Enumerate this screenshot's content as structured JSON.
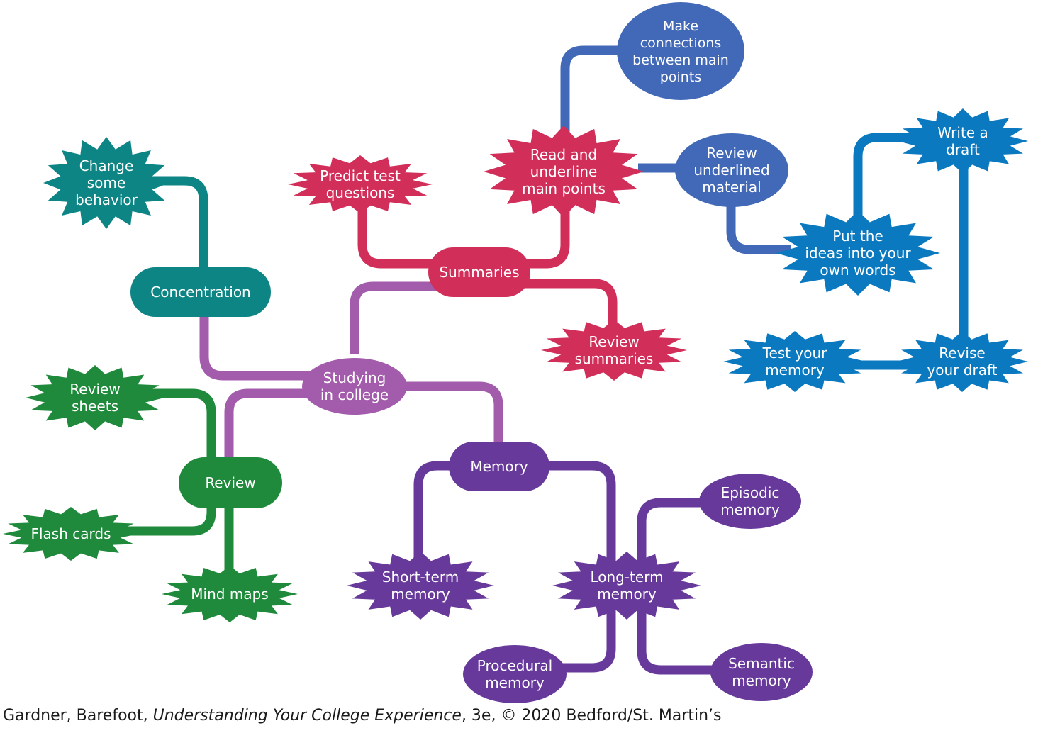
{
  "colors": {
    "teal": "#0d8585",
    "magenta": "#d12f5a",
    "purple": "#a35bab",
    "violet": "#67399a",
    "green": "#1f8a3b",
    "blue": "#4269b7",
    "cyan": "#0a79bf"
  },
  "nodes": {
    "studying": {
      "lines": [
        "Studying",
        "in college"
      ],
      "color": "purple",
      "shape": "ellipse"
    },
    "summaries": {
      "lines": [
        "Summaries"
      ],
      "color": "magenta",
      "shape": "pill"
    },
    "predict": {
      "lines": [
        "Predict test",
        "questions"
      ],
      "color": "magenta",
      "shape": "starburst"
    },
    "read": {
      "lines": [
        "Read and",
        "underline",
        "main points"
      ],
      "color": "magenta",
      "shape": "starburst"
    },
    "review_summaries": {
      "lines": [
        "Review",
        "summaries"
      ],
      "color": "magenta",
      "shape": "starburst"
    },
    "make_connections": {
      "lines": [
        "Make",
        "connections",
        "between main",
        "points"
      ],
      "color": "blue",
      "shape": "ellipse"
    },
    "review_underlined": {
      "lines": [
        "Review",
        "underlined",
        "material"
      ],
      "color": "blue",
      "shape": "ellipse"
    },
    "put_ideas": {
      "lines": [
        "Put the",
        "ideas into your",
        "own words"
      ],
      "color": "cyan",
      "shape": "starburst"
    },
    "write_draft": {
      "lines": [
        "Write a",
        "draft"
      ],
      "color": "cyan",
      "shape": "starburst"
    },
    "revise_draft": {
      "lines": [
        "Revise",
        "your draft"
      ],
      "color": "cyan",
      "shape": "starburst"
    },
    "test_memory": {
      "lines": [
        "Test your",
        "memory"
      ],
      "color": "cyan",
      "shape": "starburst"
    },
    "concentration": {
      "lines": [
        "Concentration"
      ],
      "color": "teal",
      "shape": "pill"
    },
    "change_behavior": {
      "lines": [
        "Change",
        "some",
        "behavior"
      ],
      "color": "teal",
      "shape": "starburst"
    },
    "review": {
      "lines": [
        "Review"
      ],
      "color": "green",
      "shape": "pill"
    },
    "review_sheets": {
      "lines": [
        "Review",
        "sheets"
      ],
      "color": "green",
      "shape": "starburst"
    },
    "flash_cards": {
      "lines": [
        "Flash cards"
      ],
      "color": "green",
      "shape": "starburst"
    },
    "mind_maps": {
      "lines": [
        "Mind maps"
      ],
      "color": "green",
      "shape": "starburst"
    },
    "memory": {
      "lines": [
        "Memory"
      ],
      "color": "violet",
      "shape": "pill"
    },
    "short_term": {
      "lines": [
        "Short-term",
        "memory"
      ],
      "color": "violet",
      "shape": "starburst"
    },
    "long_term": {
      "lines": [
        "Long-term",
        "memory"
      ],
      "color": "violet",
      "shape": "starburst"
    },
    "episodic": {
      "lines": [
        "Episodic",
        "memory"
      ],
      "color": "violet",
      "shape": "ellipse"
    },
    "procedural": {
      "lines": [
        "Procedural",
        "memory"
      ],
      "color": "violet",
      "shape": "ellipse"
    },
    "semantic": {
      "lines": [
        "Semantic",
        "memory"
      ],
      "color": "violet",
      "shape": "ellipse"
    }
  },
  "connections": [
    {
      "from": "studying",
      "to": "summaries",
      "color": "purple"
    },
    {
      "from": "studying",
      "to": "concentration",
      "color": "purple"
    },
    {
      "from": "studying",
      "to": "review",
      "color": "purple"
    },
    {
      "from": "studying",
      "to": "memory",
      "color": "purple"
    },
    {
      "from": "summaries",
      "to": "predict",
      "color": "magenta"
    },
    {
      "from": "summaries",
      "to": "read",
      "color": "magenta"
    },
    {
      "from": "summaries",
      "to": "review_summaries",
      "color": "magenta"
    },
    {
      "from": "read",
      "to": "make_connections",
      "color": "blue"
    },
    {
      "from": "read",
      "to": "review_underlined",
      "color": "blue"
    },
    {
      "from": "review_underlined",
      "to": "put_ideas",
      "color": "blue"
    },
    {
      "from": "put_ideas",
      "to": "write_draft",
      "color": "cyan"
    },
    {
      "from": "write_draft",
      "to": "revise_draft",
      "color": "cyan"
    },
    {
      "from": "test_memory",
      "to": "revise_draft",
      "color": "cyan"
    },
    {
      "from": "concentration",
      "to": "change_behavior",
      "color": "teal"
    },
    {
      "from": "review",
      "to": "review_sheets",
      "color": "green"
    },
    {
      "from": "review",
      "to": "flash_cards",
      "color": "green"
    },
    {
      "from": "review",
      "to": "mind_maps",
      "color": "green"
    },
    {
      "from": "memory",
      "to": "short_term",
      "color": "violet"
    },
    {
      "from": "memory",
      "to": "long_term",
      "color": "violet"
    },
    {
      "from": "long_term",
      "to": "episodic",
      "color": "violet"
    },
    {
      "from": "long_term",
      "to": "procedural",
      "color": "violet"
    },
    {
      "from": "long_term",
      "to": "semantic",
      "color": "violet"
    }
  ],
  "credit": {
    "authors": "Gardner, Barefoot, ",
    "title": "Understanding Your College Experience",
    "rest": ", 3e, © 2020 Bedford/St. Martin’s"
  }
}
